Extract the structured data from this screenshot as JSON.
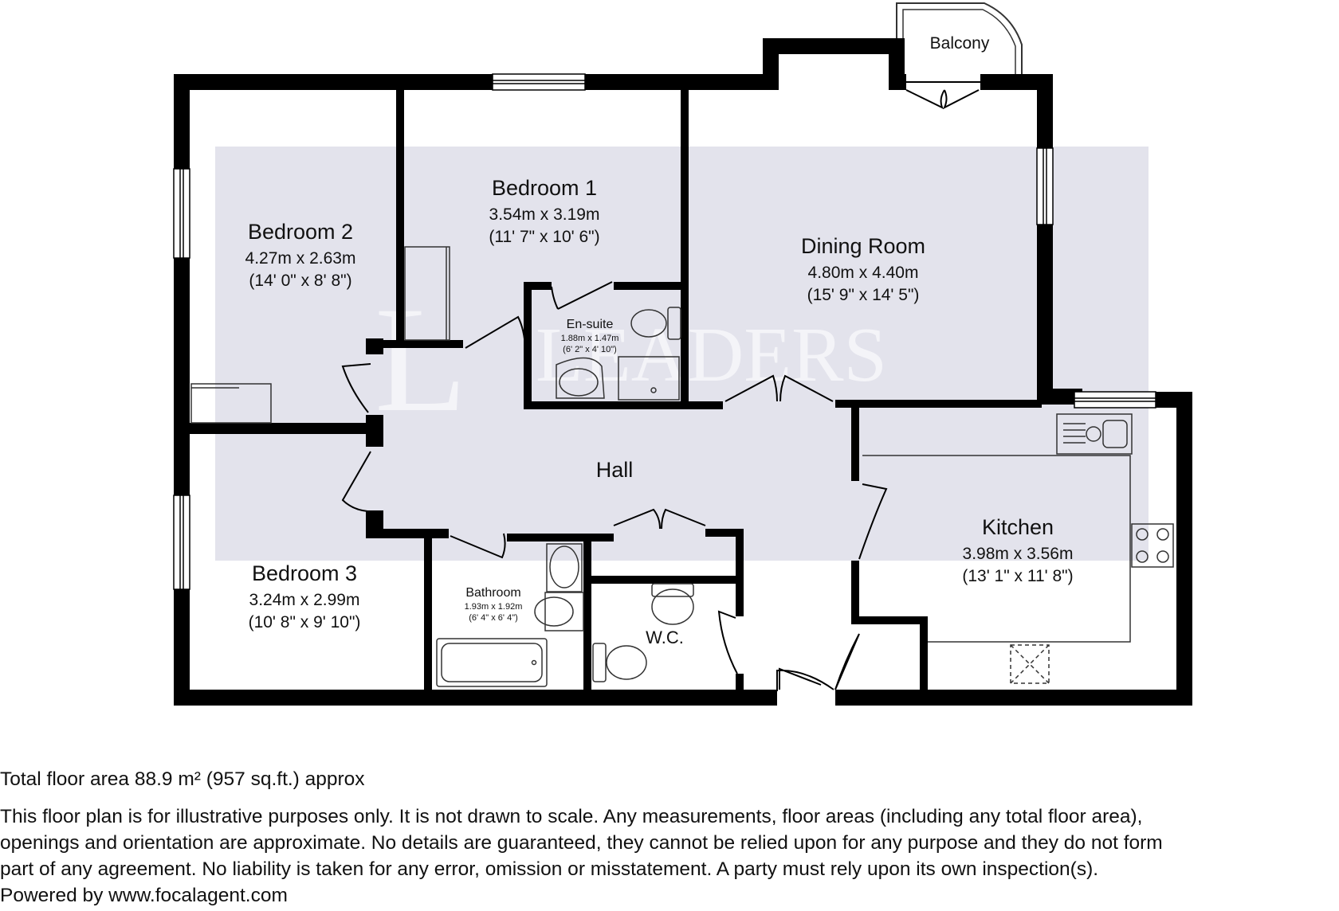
{
  "watermark": {
    "letter": "L",
    "text": "LEADERS"
  },
  "rooms": {
    "bedroom1": {
      "name": "Bedroom 1",
      "metric": "3.54m x 3.19m",
      "imperial": "(11' 7\" x 10' 6\")"
    },
    "bedroom2": {
      "name": "Bedroom 2",
      "metric": "4.27m x 2.63m",
      "imperial": "(14' 0\" x 8' 8\")"
    },
    "bedroom3": {
      "name": "Bedroom 3",
      "metric": "3.24m x 2.99m",
      "imperial": "(10' 8\" x 9' 10\")"
    },
    "dining": {
      "name": "Dining Room",
      "metric": "4.80m x 4.40m",
      "imperial": "(15' 9\" x 14' 5\")"
    },
    "ensuite": {
      "name": "En-suite",
      "metric": "1.88m x 1.47m",
      "imperial": "(6' 2\" x 4' 10\")"
    },
    "kitchen": {
      "name": "Kitchen",
      "metric": "3.98m x 3.56m",
      "imperial": "(13' 1\" x 11' 8\")"
    },
    "bathroom": {
      "name": "Bathroom",
      "metric": "1.93m x 1.92m",
      "imperial": "(6' 4\" x 6' 4\")"
    },
    "hall": {
      "name": "Hall"
    },
    "wc": {
      "name": "W.C."
    },
    "balcony": {
      "name": "Balcony"
    }
  },
  "footer": {
    "total_area": "Total floor area 88.9 m² (957 sq.ft.) approx",
    "disclaimer_lines": [
      "This floor plan is for illustrative purposes only. It is not drawn to scale. Any measurements, floor areas (including any total floor area),",
      "openings and orientation are approximate. No details are guaranteed, they cannot be relied upon for any purpose and they do not form",
      "part of any agreement. No liability is taken for any error, omission or misstatement. A party must rely upon its own inspection(s).",
      "Powered by www.focalagent.com"
    ]
  },
  "colors": {
    "wall": "#000000",
    "fixture": "#333333",
    "watermark_box": "#e3e3ec",
    "watermark_text": "#f4f4f8"
  }
}
